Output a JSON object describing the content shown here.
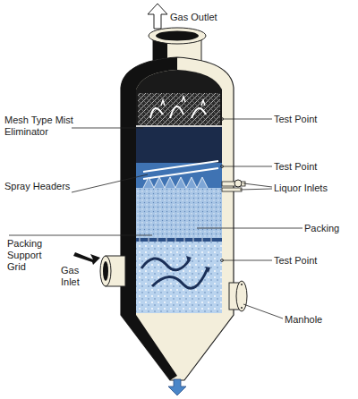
{
  "diagram": {
    "labels": [
      "Gas Outlet",
      "Mesh Type Mist Eliminator",
      "Spray Headers",
      "Packing Support Grid",
      "Gas Inlet",
      "Test Point",
      "Test Point",
      "Liquor Inlets",
      "Packing",
      "Test Point",
      "Manhole"
    ]
  }
}
